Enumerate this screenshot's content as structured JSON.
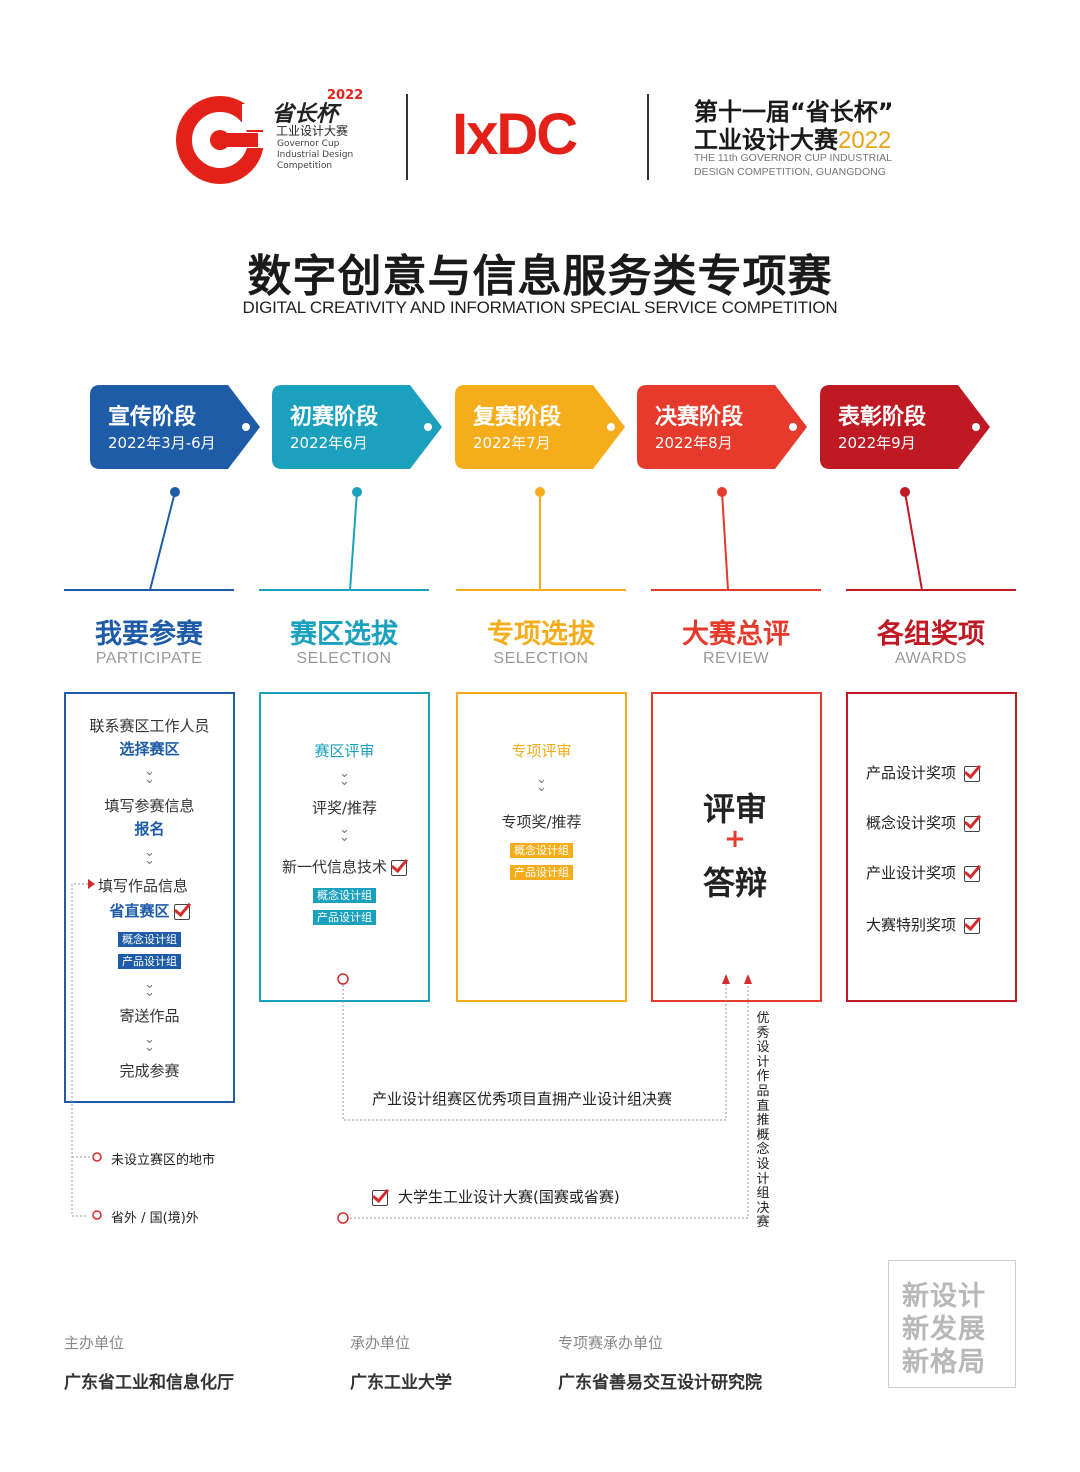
{
  "header": {
    "gc_logo_cn": "省长杯",
    "gc_logo_year": "2022",
    "gc_logo_sub": "工业设计大赛",
    "gc_logo_en": "Governor Cup Industrial Design Competition",
    "ixdc": "IxDC",
    "right_line1": "第十一届“省长杯”",
    "right_line2": "工业设计大赛",
    "right_year": "2022",
    "right_en": "THE 11th GOVERNOR CUP INDUSTRIAL DESIGN COMPETITION, GUANGDONG"
  },
  "title": {
    "cn": "数字创意与信息服务类专项赛",
    "en": "DIGITAL CREATIVITY AND INFORMATION SPECIAL SERVICE COMPETITION"
  },
  "stages": [
    {
      "name": "宣传阶段",
      "date": "2022年3月-6月",
      "color": "#1e5ca8"
    },
    {
      "name": "初赛阶段",
      "date": "2022年6月",
      "color": "#1ba0bd"
    },
    {
      "name": "复赛阶段",
      "date": "2022年7月",
      "color": "#f6ad1b"
    },
    {
      "name": "决赛阶段",
      "date": "2022年8月",
      "color": "#e53a2c"
    },
    {
      "name": "表彰阶段",
      "date": "2022年9月",
      "color": "#bf1a23"
    }
  ],
  "columns": [
    {
      "cn": "我要参赛",
      "en": "PARTICIPATE"
    },
    {
      "cn": "赛区选拔",
      "en": "SELECTION"
    },
    {
      "cn": "专项选拔",
      "en": "SELECTION"
    },
    {
      "cn": "大赛总评",
      "en": "REVIEW"
    },
    {
      "cn": "各组奖项",
      "en": "AWARDS"
    }
  ],
  "participate": {
    "step1": "联系赛区工作人员",
    "step1_b": "选择赛区",
    "step2": "填写参赛信息",
    "step2_b": "报名",
    "step3": "填写作品信息",
    "step3_b": "省直赛区",
    "group1": "概念设计组",
    "group2": "产品设计组",
    "step4": "寄送作品",
    "step5": "完成参赛"
  },
  "selection": {
    "title": "赛区评审",
    "step": "评奖/推荐",
    "tech": "新一代信息技术",
    "group1": "概念设计组",
    "group2": "产品设计组"
  },
  "special": {
    "title": "专项评审",
    "step": "专项奖/推荐",
    "group1": "概念设计组",
    "group2": "产品设计组"
  },
  "review": {
    "line1": "评审",
    "plus": "+",
    "line2": "答辩"
  },
  "awards": [
    "产品设计奖项",
    "概念设计奖项",
    "产业设计奖项",
    "大赛特别奖项"
  ],
  "notes": {
    "city": "未设立赛区的地市",
    "outside": "省外 / 国(境)外",
    "industry_direct": "产业设计组赛区优秀项目直拥产业设计组决赛",
    "university": "大学生工业设计大赛(国赛或省赛)",
    "vertical": "优秀设计作品直推概念设计组决赛"
  },
  "footer": {
    "host_label": "主办单位",
    "host": "广东省工业和信息化厅",
    "organizer_label": "承办单位",
    "organizer": "广东工业大学",
    "special_label": "专项赛承办单位",
    "special": "广东省善易交互设计研究院",
    "slogan": [
      "新设计",
      "新发展",
      "新格局"
    ]
  },
  "colors": {
    "blue": "#1e5ca8",
    "teal": "#1ba0bd",
    "yellow": "#f6ad1b",
    "red": "#e53a2c",
    "darkred": "#bf1a23",
    "brand_red": "#e32119"
  }
}
